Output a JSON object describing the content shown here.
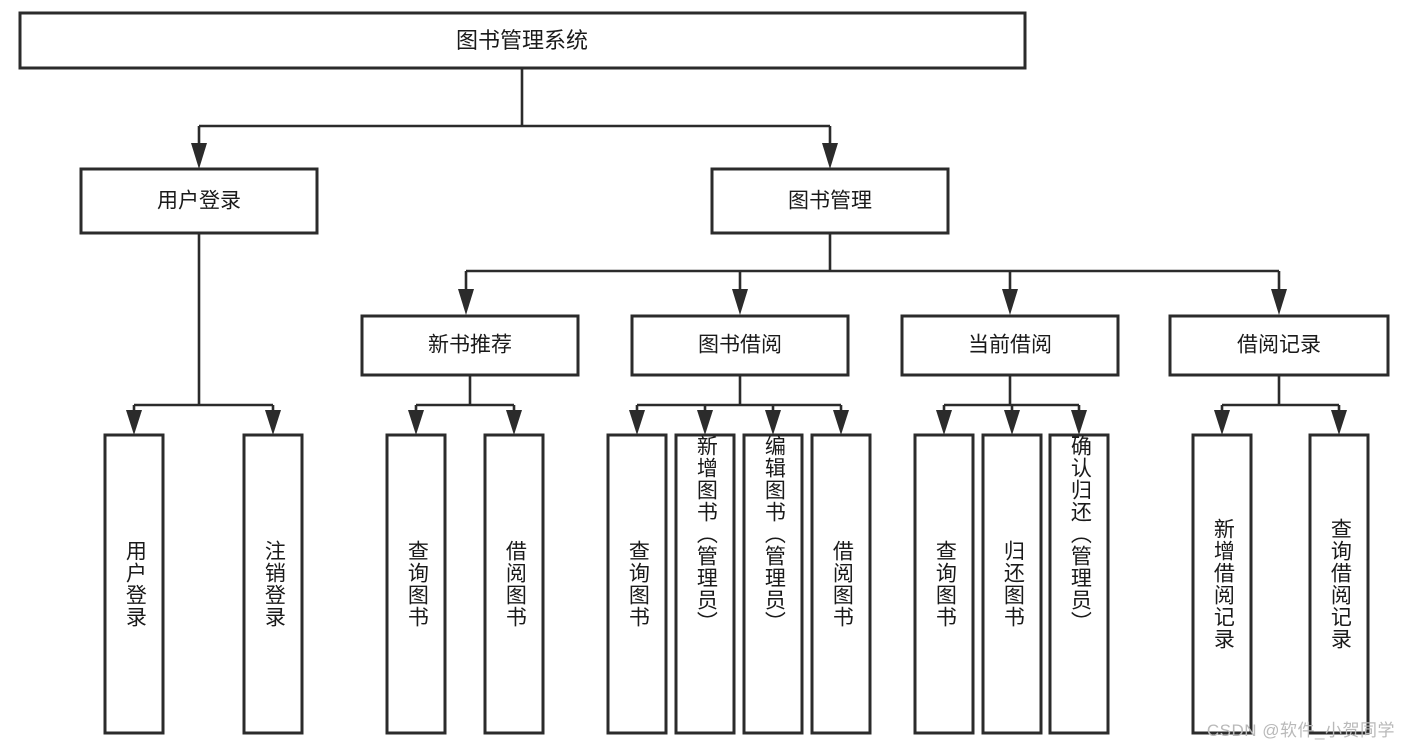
{
  "diagram": {
    "type": "hierarchy-tree",
    "title": "图书管理系统",
    "watermark": "CSDN @软件_小贺同学",
    "colors": {
      "box_stroke": "#2b2b2b",
      "box_fill": "#ffffff",
      "text": "#1a1a1a",
      "background": "#ffffff",
      "watermark": "#b9b9b9"
    },
    "levels": {
      "root": {
        "label": "图书管理系统"
      },
      "level2": [
        {
          "id": "user-login",
          "label": "用户登录"
        },
        {
          "id": "book-management",
          "label": "图书管理"
        }
      ],
      "level3": [
        {
          "id": "new-book-recommend",
          "label": "新书推荐",
          "parent": "book-management"
        },
        {
          "id": "book-borrow",
          "label": "图书借阅",
          "parent": "book-management"
        },
        {
          "id": "current-borrow",
          "label": "当前借阅",
          "parent": "book-management"
        },
        {
          "id": "borrow-record",
          "label": "借阅记录",
          "parent": "book-management"
        }
      ],
      "leaves": [
        {
          "id": "leaf-1",
          "label": "用户登录",
          "parent": "user-login"
        },
        {
          "id": "leaf-2",
          "label": "注销登录",
          "parent": "user-login"
        },
        {
          "id": "leaf-3",
          "label": "查询图书",
          "parent": "new-book-recommend"
        },
        {
          "id": "leaf-4",
          "label": "借阅图书",
          "parent": "new-book-recommend"
        },
        {
          "id": "leaf-5",
          "label": "查询图书",
          "parent": "book-borrow"
        },
        {
          "id": "leaf-6",
          "label": "新增图书（管理员）",
          "parent": "book-borrow"
        },
        {
          "id": "leaf-7",
          "label": "编辑图书（管理员）",
          "parent": "book-borrow"
        },
        {
          "id": "leaf-8",
          "label": "借阅图书",
          "parent": "book-borrow"
        },
        {
          "id": "leaf-9",
          "label": "查询图书",
          "parent": "current-borrow"
        },
        {
          "id": "leaf-10",
          "label": "归还图书",
          "parent": "current-borrow"
        },
        {
          "id": "leaf-11",
          "label": "确认归还（管理员）",
          "parent": "current-borrow"
        },
        {
          "id": "leaf-12",
          "label": "新增借阅记录",
          "parent": "borrow-record"
        },
        {
          "id": "leaf-13",
          "label": "查询借阅记录",
          "parent": "borrow-record"
        }
      ]
    }
  }
}
